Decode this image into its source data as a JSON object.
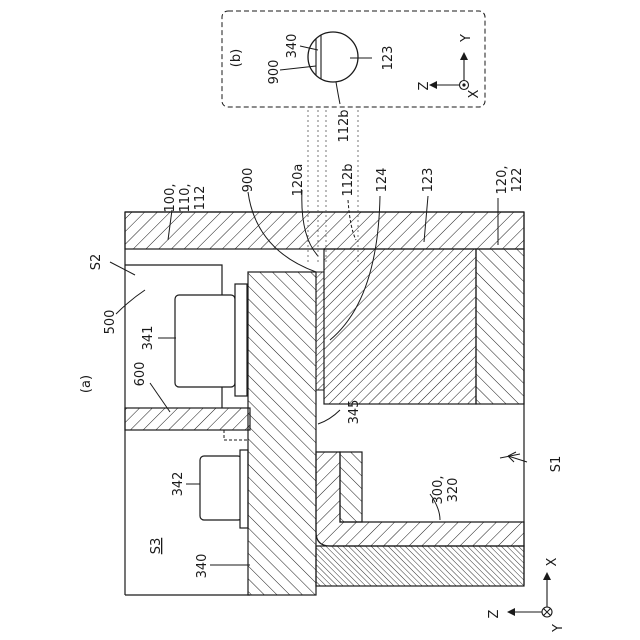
{
  "figure": {
    "panel_a": "(a)",
    "panel_b": "(b)"
  },
  "labels": {
    "l100": "100,",
    "l110": "110,",
    "l112": "112",
    "l120": "120,",
    "l122": "122",
    "l120a": "120a",
    "l112b": "112b",
    "l900": "900",
    "l124": "124",
    "l123": "123",
    "s2": "S2",
    "l500": "500",
    "l341": "341",
    "l600": "600",
    "l345": "345",
    "s1": "S1",
    "l300": "300,",
    "l320": "320",
    "l342": "342",
    "s3": "S3",
    "l340": "340"
  },
  "inset": {
    "l340": "340",
    "l900": "900",
    "l123": "123",
    "l112b": "112b",
    "axis_z": "Z",
    "axis_y": "Y",
    "axis_x": "X"
  },
  "main_axes": {
    "axis_z": "Z",
    "axis_x": "X",
    "axis_y": "Y"
  }
}
